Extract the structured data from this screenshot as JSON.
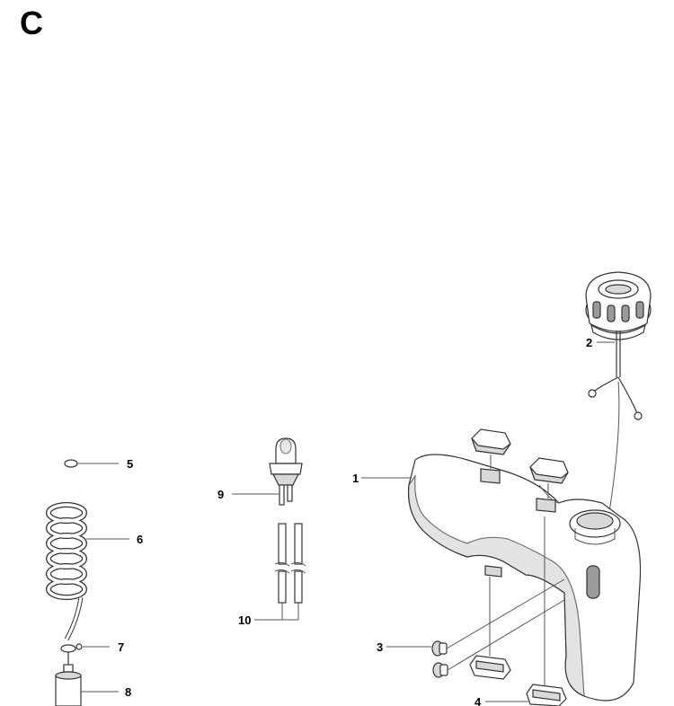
{
  "section_letter": "C",
  "callouts": {
    "c1": "1",
    "c2": "2",
    "c3": "3",
    "c4": "4",
    "c5": "5",
    "c6": "6",
    "c7": "7",
    "c8": "8",
    "c9": "9",
    "c10": "10"
  }
}
